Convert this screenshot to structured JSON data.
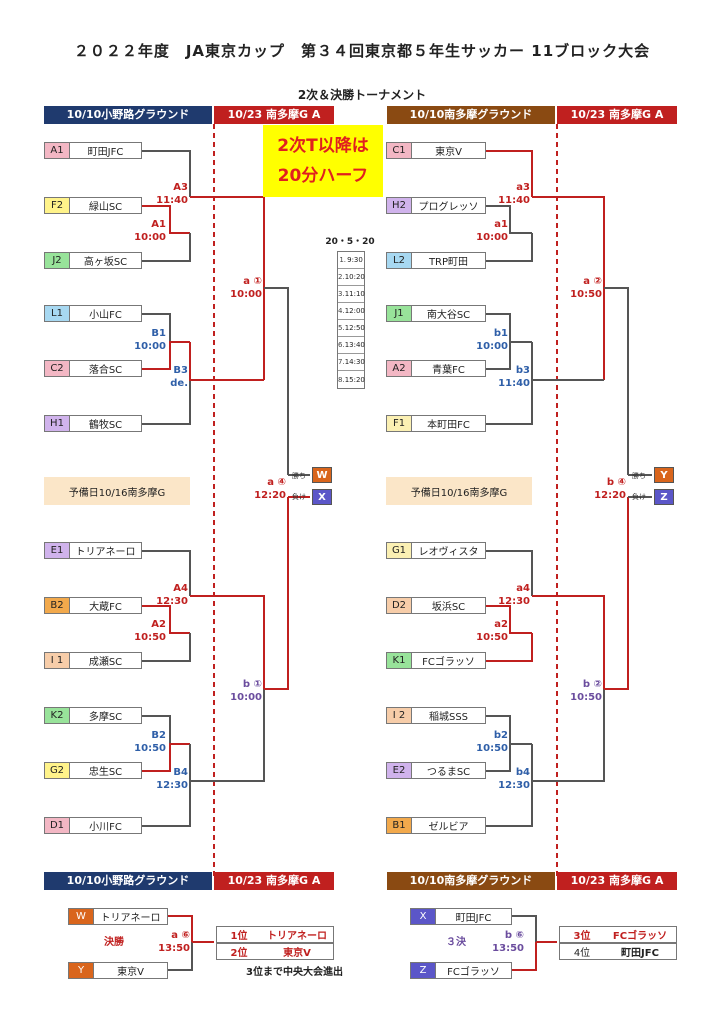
{
  "title": "２０２２年度　JA東京カップ　第３４回東京都５年生サッカー 11ブロック大会",
  "subtitle": "2次＆決勝トーナメント",
  "headers": {
    "left_ground": "10/10小野路グラウンド",
    "left_final": "10/23 南多摩G A",
    "right_ground": "10/10南多摩グラウンド",
    "right_final": "10/23 南多摩G A"
  },
  "notice": {
    "line1": "2次T以降は",
    "line2": "20分ハーフ"
  },
  "schedule": {
    "title": "20・5・20",
    "slots": [
      {
        "no": "1.",
        "time": "9:30"
      },
      {
        "no": "2.",
        "time": "10:20"
      },
      {
        "no": "3.",
        "time": "11:10"
      },
      {
        "no": "4.",
        "time": "12:00"
      },
      {
        "no": "5.",
        "time": "12:50"
      },
      {
        "no": "6.",
        "time": "13:40"
      },
      {
        "no": "7.",
        "time": "14:30"
      },
      {
        "no": "8.",
        "time": "15:20"
      }
    ]
  },
  "reserve_day": "予備日10/16南多摩G",
  "left_teams": [
    {
      "code": "A1",
      "name": "町田JFC"
    },
    {
      "code": "F2",
      "name": "緑山SC"
    },
    {
      "code": "J2",
      "name": "高ヶ坂SC"
    },
    {
      "code": "L1",
      "name": "小山FC"
    },
    {
      "code": "C2",
      "name": "落合SC"
    },
    {
      "code": "H1",
      "name": "鶴牧SC"
    },
    {
      "code": "E1",
      "name": "トリアネーロ"
    },
    {
      "code": "B2",
      "name": "大蔵FC"
    },
    {
      "code": "I 1",
      "name": "成瀬SC"
    },
    {
      "code": "K2",
      "name": "多摩SC"
    },
    {
      "code": "G2",
      "name": "忠生SC"
    },
    {
      "code": "D1",
      "name": "小川FC"
    }
  ],
  "right_teams": [
    {
      "code": "C1",
      "name": "東京V"
    },
    {
      "code": "H2",
      "name": "プログレッソ"
    },
    {
      "code": "L2",
      "name": "TRP町田"
    },
    {
      "code": "J1",
      "name": "南大谷SC"
    },
    {
      "code": "A2",
      "name": "青葉FC"
    },
    {
      "code": "F1",
      "name": "本町田FC"
    },
    {
      "code": "G1",
      "name": "レオヴィスタ"
    },
    {
      "code": "D2",
      "name": "坂浜SC"
    },
    {
      "code": "K1",
      "name": "FCゴラッソ"
    },
    {
      "code": "I 2",
      "name": "稲城SSS"
    },
    {
      "code": "E2",
      "name": "つるまSC"
    },
    {
      "code": "B1",
      "name": "ゼルビア"
    }
  ],
  "left_labels": {
    "A3": "A3",
    "A3_time": "11:40",
    "A1": "A1",
    "A1_time": "10:00",
    "B1": "B1",
    "B1_time": "10:00",
    "B3": "B3",
    "B3_time": "de.",
    "A4": "A4",
    "A4_time": "12:30",
    "A2": "A2",
    "A2_time": "10:50",
    "B2": "B2",
    "B2_time": "10:50",
    "B4": "B4",
    "B4_time": "12:30",
    "a1": "a ①",
    "a1_time": "10:00",
    "b1": "b ①",
    "b1_time": "10:00",
    "a4": "a ④",
    "a4_time": "12:20"
  },
  "right_labels": {
    "a3": "a3",
    "a3_time": "11:40",
    "a1": "a1",
    "a1_time": "10:00",
    "b1": "b1",
    "b1_time": "10:00",
    "b3": "b3",
    "b3_time": "11:40",
    "a4": "a4",
    "a4_time": "12:30",
    "a2": "a2",
    "a2_time": "10:50",
    "b2": "b2",
    "b2_time": "10:50",
    "b4": "b4",
    "b4_time": "12:30",
    "ra2": "a ②",
    "ra2_time": "10:50",
    "rb2": "b ②",
    "rb2_time": "10:50",
    "rb4": "b ④",
    "rb4_time": "12:20"
  },
  "winloss": {
    "win": "勝ち",
    "lose": "負け",
    "left_w": "W",
    "left_x": "X",
    "right_y": "Y",
    "right_z": "Z"
  },
  "final": {
    "label": "決勝",
    "match": "a ⑥",
    "time": "13:50",
    "w_code": "W",
    "w_team": "トリアネーロ",
    "y_code": "Y",
    "y_team": "東京V",
    "rank1_label": "1位",
    "rank1_team": "トリアネーロ",
    "rank2_label": "2位",
    "rank2_team": "東京V",
    "note": "3位まで中央大会進出"
  },
  "third": {
    "label": "３決",
    "match": "b ⑥",
    "time": "13:50",
    "x_code": "X",
    "x_team": "町田JFC",
    "z_code": "Z",
    "z_team": "FCゴラッソ",
    "rank3_label": "3位",
    "rank3_team": "FCゴラッソ",
    "rank4_label": "4位",
    "rank4_team": "町田JFC"
  }
}
